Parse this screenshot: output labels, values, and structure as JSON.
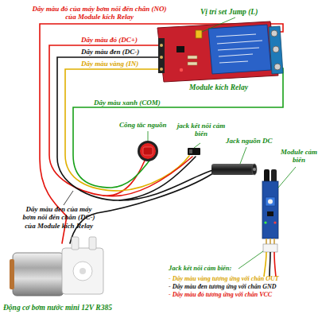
{
  "diagram": {
    "labels": [
      "Dây màu đỏ của máy bơm nối đến chân (NO) của Module kích Relay",
      "Vị trí set Jump (L)",
      "Dây màu đỏ (DC+)",
      "Dây màu đen (DC-)",
      "Dây màu vàng (IN)",
      "Module kích Relay",
      "Dây màu xanh (COM)",
      "Công tắc nguồn",
      "jack kết nối cảm biến",
      "Jack nguồn DC",
      "Module cảm biến",
      "Dây màu đen của máy bơm nối đến chân (DC-) của Module kích Relay",
      "Jack kết nối cảm biến:",
      "- Dây màu vàng tương ứng với chân OUT",
      "- Dây màu đen tương ứng với chân GND",
      "- Dây màu đỏ tương ứng với chân VCC",
      "Động cơ bơm nước mini 12V R385"
    ]
  }
}
